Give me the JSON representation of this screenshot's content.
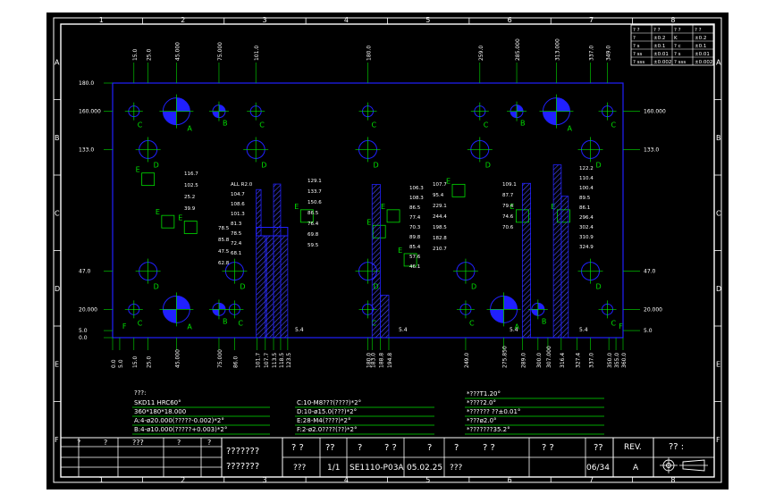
{
  "colors": {
    "background": "#000000",
    "border": "#ffffff",
    "outline": "#2020ff",
    "dimension": "#00e000",
    "hatch": "#4a4aff",
    "text": "#ffffff"
  },
  "border": {
    "columns": [
      "1",
      "2",
      "3",
      "4",
      "5",
      "6",
      "7",
      "8"
    ],
    "rows": [
      "A",
      "B",
      "C",
      "D",
      "E",
      "F"
    ]
  },
  "tolerance_table": [
    [
      "? ?",
      "? ?",
      "? ?",
      "? ?"
    ],
    [
      "?",
      "±0.2",
      "K",
      "±0.2"
    ],
    [
      "? s",
      "±0.1",
      "? c",
      "±0.1"
    ],
    [
      "? ss",
      "±0.01",
      "? s",
      "±0.01"
    ],
    [
      "? sss",
      "±0.002",
      "? sss",
      "±0.002"
    ]
  ],
  "top_dims": [
    "15.0",
    "25.0",
    "45.000",
    "75.000",
    "101.0",
    "180.0",
    "259.0",
    "285.000",
    "313.000",
    "337.0",
    "349.0"
  ],
  "bottom_dims": [
    "0.0",
    "5.0",
    "15.0",
    "25.0",
    "45.000",
    "75.000",
    "86.0",
    "101.7",
    "107.7",
    "113.5",
    "118.5",
    "123.5",
    "180.0",
    "183.0",
    "188.8",
    "194.8",
    "249.0",
    "275.850",
    "289.0",
    "300.0",
    "307.000",
    "316.4",
    "327.4",
    "337.0",
    "350.0",
    "355.0",
    "360.0"
  ],
  "left_dims": [
    "180.0",
    "160.000",
    "133.0",
    "47.0",
    "20.000",
    "5.0",
    "0.0"
  ],
  "right_dims": [
    "160.000",
    "133.0",
    "47.0",
    "20.000",
    "5.0"
  ],
  "mid_dims_left": [
    "116.7",
    "102.5",
    "25.2",
    "39.9",
    "78.5",
    "85.8",
    "47.5",
    "62.8",
    "ALL R2.0",
    "104.7",
    "108.6",
    "101.3",
    "81.3",
    "78.5",
    "72.4",
    "68.1",
    "129.1",
    "133.7",
    "150.6",
    "86.5",
    "76.4",
    "69.8",
    "59.5"
  ],
  "mid_dims_center": [
    "106.3",
    "108.3",
    "86.5",
    "77.4",
    "70.3",
    "89.8",
    "85.4",
    "57.6",
    "46.1",
    "107.7",
    "95.4",
    "229.1",
    "244.4",
    "198.5",
    "182.8",
    "210.7"
  ],
  "mid_dims_right": [
    "109.1",
    "87.7",
    "79.4",
    "74.6",
    "70.6",
    "122.2",
    "110.4",
    "100.4",
    "89.5",
    "86.1",
    "296.4",
    "302.4",
    "310.9",
    "324.9"
  ],
  "hole_labels": {
    "A": "A",
    "B": "B",
    "C": "C",
    "D": "D",
    "E": "E",
    "F": "F"
  },
  "edge_label": "5.4",
  "notes_left": {
    "title": "???:",
    "lines": [
      "SKD11    HRC60°",
      "360*180*18.000",
      "A:4-ø20.000(?????-0.002)*2°",
      "B:4-ø10.000(?????+0.003)*2°"
    ]
  },
  "notes_center": [
    "C:10-M8???(????)*2°",
    "D:10-ø15.0(???)*2°",
    "E:28-M4(????)*2°",
    "F:2-ø2.0????(??)*2°"
  ],
  "notes_right": [
    "*???T1.20°",
    "*????2.0°",
    "*?????? ??±0.01°",
    "*???ø2.0°",
    "*???????35.2°"
  ],
  "title_block": {
    "left_header": [
      "?",
      "?",
      "???",
      "?",
      "?"
    ],
    "name_label": "???????",
    "name_label2": "???????",
    "col_headers": [
      "? ?",
      "??",
      "?",
      "? ?",
      "?",
      "?",
      "? ?",
      "? ?",
      "??"
    ],
    "rev_label": "REV.",
    "scale_label": "?? :",
    "designer": "???",
    "quantity": "1/1",
    "drawing_no": "SE1110-P03A",
    "date": "05.02.25",
    "checker": "???",
    "sheet": "06/34",
    "revision": "A"
  }
}
